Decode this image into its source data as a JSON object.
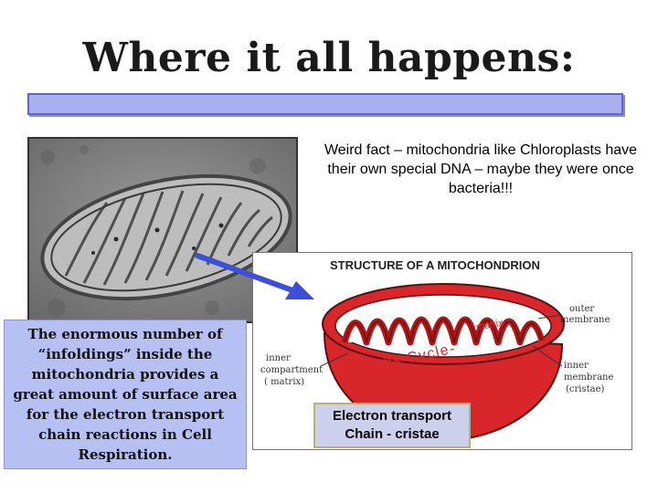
{
  "title": "Where it all happens:",
  "fact": "Weird fact – mitochondria like Chloroplasts have their own special DNA – maybe they were once bacteria!!!",
  "caption": "The enormous number of “infoldings” inside the mitochondria provides a great amount of surface area for the electron transport chain reactions in Cell Respiration.",
  "diagram": {
    "heading": "STRUCTURE OF A MITOCHONDRION",
    "krebs": "Krebs Cycle-",
    "matrix": "matrix",
    "outer_1": "outer",
    "outer_2": "membrane",
    "inner_left_1": "inner",
    "inner_left_2": "compartment",
    "inner_left_3": "( matrix)",
    "inner_right_1": "inner",
    "inner_right_2": "membrane",
    "inner_right_3": "(cristae)"
  },
  "etc": {
    "line1": "Electron transport",
    "line2": "Chain - cristae"
  },
  "colors": {
    "title_bar": "#a8b0ee",
    "caption_bg": "#b7c0f3",
    "arrow": "#3d4fd8",
    "membrane_red": "#d8262a"
  }
}
